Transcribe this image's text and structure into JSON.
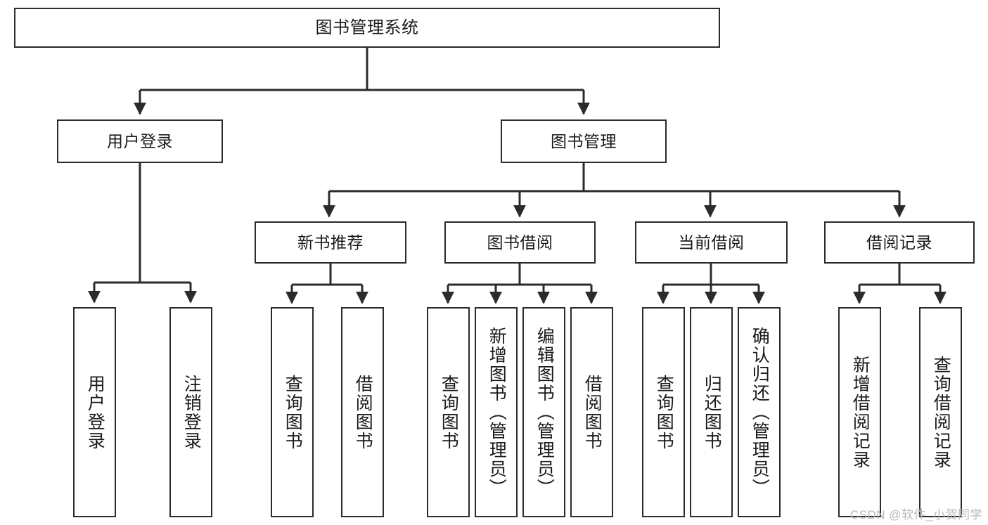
{
  "diagram": {
    "title": "图书管理系统",
    "type": "tree-hierarchy",
    "watermark": "CSDN @软件_小贺同学",
    "stroke_color": "#2b2b2b",
    "fill_color": "#ffffff",
    "text_color": "#1a1a1a"
  },
  "nodes": {
    "root": {
      "label": "图书管理系统"
    },
    "tier2": [
      {
        "label": "用户登录"
      },
      {
        "label": "图书管理"
      }
    ],
    "tier3": [
      {
        "label": "新书推荐"
      },
      {
        "label": "图书借阅"
      },
      {
        "label": "当前借阅"
      },
      {
        "label": "借阅记录"
      }
    ],
    "leaves": {
      "user_login": [
        {
          "label": "用户登录"
        },
        {
          "label": "注销登录"
        }
      ],
      "new_book_recommend": [
        {
          "label": "查询图书"
        },
        {
          "label": "借阅图书"
        }
      ],
      "book_borrow": [
        {
          "label": "查询图书"
        },
        {
          "label": "新增图书（管理员）"
        },
        {
          "label": "编辑图书（管理员）"
        },
        {
          "label": "借阅图书"
        }
      ],
      "current_borrow": [
        {
          "label": "查询图书"
        },
        {
          "label": "归还图书"
        },
        {
          "label": "确认归还（管理员）"
        }
      ],
      "borrow_record": [
        {
          "label": "新增借阅记录"
        },
        {
          "label": "查询借阅记录"
        }
      ]
    }
  }
}
